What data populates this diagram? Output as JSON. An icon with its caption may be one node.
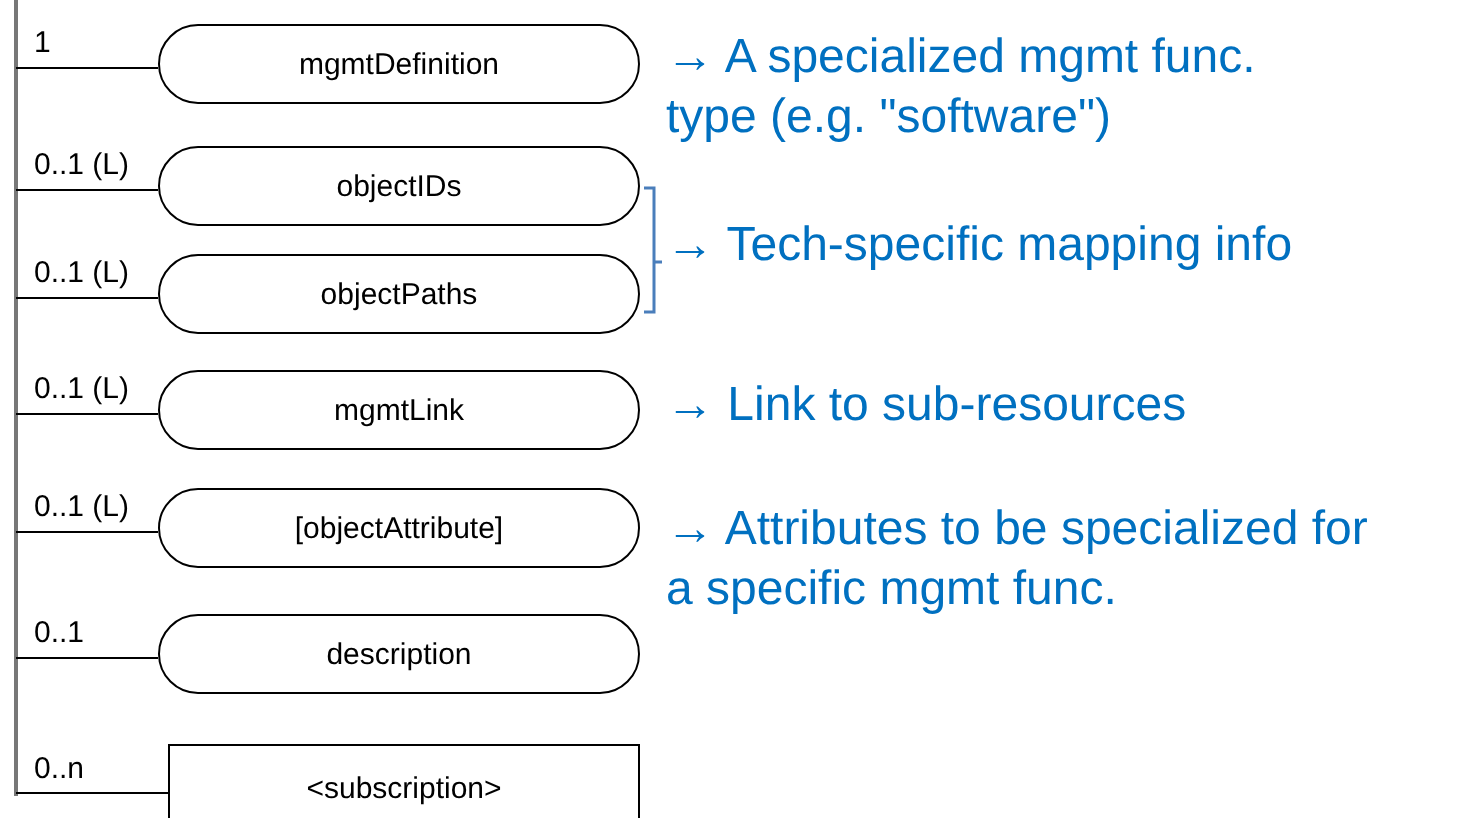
{
  "diagram": {
    "nodes": [
      {
        "text": [
          "mgmtDefinition"
        ]
      },
      {
        "text": [
          "objectIDs"
        ]
      },
      {
        "text": [
          "objectPaths"
        ]
      },
      {
        "text": [
          "mgmtLink"
        ]
      },
      {
        "text": [
          "[objectAttribute]"
        ]
      },
      {
        "text": [
          "description"
        ]
      },
      {
        "text": [
          "<subscription>"
        ]
      }
    ],
    "edges": [
      {
        "from": null,
        "to": 0,
        "arrow": "none",
        "label": "1"
      },
      {
        "from": null,
        "to": 1,
        "arrow": "none",
        "label": "0..1 (L)"
      },
      {
        "from": null,
        "to": 2,
        "arrow": "none",
        "label": "0..1 (L)"
      },
      {
        "from": null,
        "to": 3,
        "arrow": "none",
        "label": "0..1 (L)"
      },
      {
        "from": null,
        "to": 4,
        "arrow": "none",
        "label": "0..1 (L)"
      },
      {
        "from": null,
        "to": 5,
        "arrow": "none",
        "label": "0..1"
      },
      {
        "from": null,
        "to": 6,
        "arrow": "none",
        "label": "0..n"
      }
    ],
    "labels": [
      "→ A specialized mgmt func. type (e.g. \"software\")",
      "→ Tech-specific mapping info",
      "→ Link to sub-resources",
      "→ Attributes to be specialized for a specific mgmt func."
    ]
  }
}
